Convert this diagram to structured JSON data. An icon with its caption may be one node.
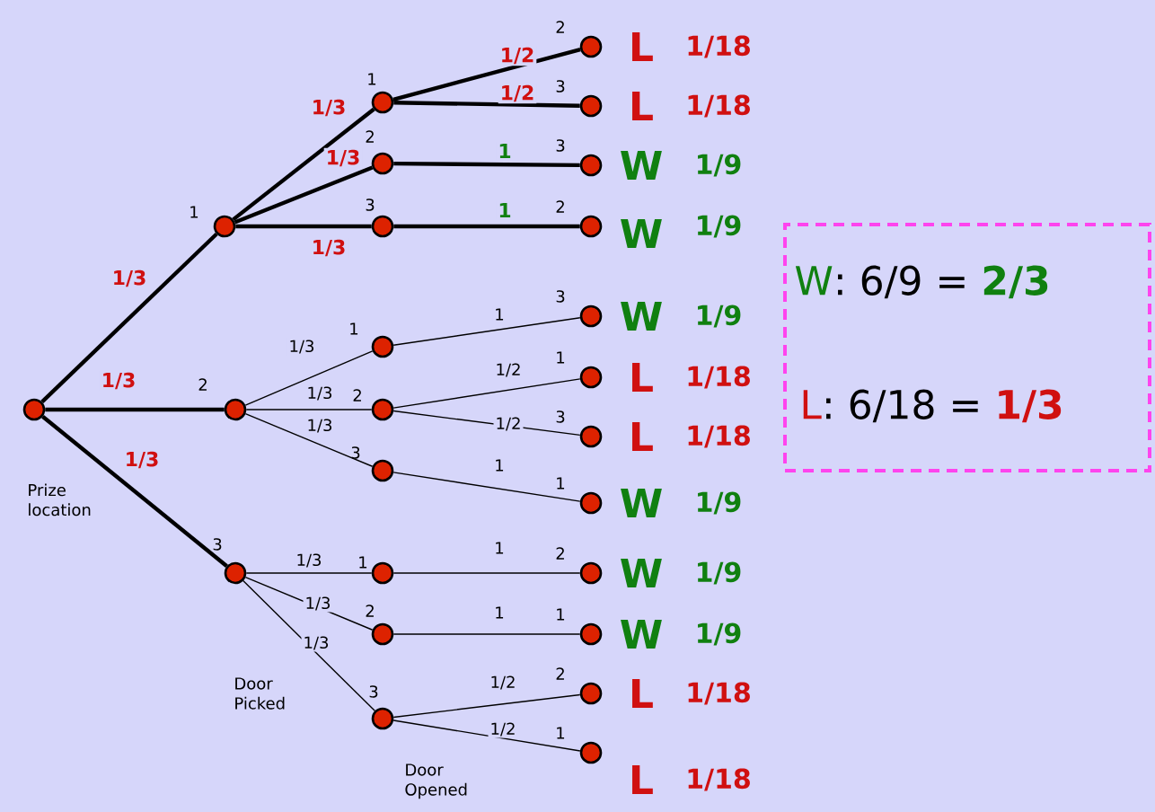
{
  "diagram": {
    "nodes": [
      {
        "text": [],
        "shape": "circle"
      },
      {
        "text": [],
        "shape": "circle",
        "beside": [
          "1"
        ]
      },
      {
        "text": [],
        "shape": "circle",
        "beside": [
          "2"
        ]
      },
      {
        "text": [],
        "shape": "circle",
        "beside": [
          "3"
        ]
      },
      {
        "text": [],
        "shape": "circle",
        "beside": [
          "1"
        ]
      },
      {
        "text": [],
        "shape": "circle",
        "beside": [
          "2"
        ]
      },
      {
        "text": [],
        "shape": "circle",
        "beside": [
          "3"
        ]
      },
      {
        "text": [],
        "shape": "circle",
        "beside": [
          "1"
        ]
      },
      {
        "text": [],
        "shape": "circle",
        "beside": [
          "2"
        ]
      },
      {
        "text": [],
        "shape": "circle",
        "beside": [
          "3"
        ]
      },
      {
        "text": [],
        "shape": "circle",
        "beside": [
          "1"
        ]
      },
      {
        "text": [],
        "shape": "circle",
        "beside": [
          "2"
        ]
      },
      {
        "text": [],
        "shape": "circle",
        "beside": [
          "3"
        ]
      },
      {
        "text": [],
        "shape": "circle",
        "beside": [
          "2",
          "L",
          "1/18"
        ]
      },
      {
        "text": [],
        "shape": "circle",
        "beside": [
          "3",
          "L",
          "1/18"
        ]
      },
      {
        "text": [],
        "shape": "circle",
        "beside": [
          "3",
          "W",
          "1/9"
        ]
      },
      {
        "text": [],
        "shape": "circle",
        "beside": [
          "2",
          "W",
          "1/9"
        ]
      },
      {
        "text": [],
        "shape": "circle",
        "beside": [
          "3",
          "W",
          "1/9"
        ]
      },
      {
        "text": [],
        "shape": "circle",
        "beside": [
          "1",
          "L",
          "1/18"
        ]
      },
      {
        "text": [],
        "shape": "circle",
        "beside": [
          "3",
          "L",
          "1/18"
        ]
      },
      {
        "text": [],
        "shape": "circle",
        "beside": [
          "1",
          "W",
          "1/9"
        ]
      },
      {
        "text": [],
        "shape": "circle",
        "beside": [
          "2",
          "W",
          "1/9"
        ]
      },
      {
        "text": [],
        "shape": "circle",
        "beside": [
          "1",
          "W",
          "1/9"
        ]
      },
      {
        "text": [],
        "shape": "circle",
        "beside": [
          "2",
          "L",
          "1/18"
        ]
      },
      {
        "text": [],
        "shape": "circle",
        "beside": [
          "1",
          "L",
          "1/18"
        ]
      },
      {
        "text": [
          "W",
          ": 6/9  =",
          "2/3",
          "L",
          ": 6/18 =",
          "1/3"
        ]
      }
    ],
    "edges": [
      {
        "from": 0,
        "to": 1,
        "arrow": "none",
        "label": "1/3",
        "style": "thick"
      },
      {
        "from": 0,
        "to": 2,
        "arrow": "none",
        "label": "1/3",
        "style": "thick"
      },
      {
        "from": 0,
        "to": 3,
        "arrow": "none",
        "label": "1/3",
        "style": "thick"
      },
      {
        "from": 1,
        "to": 4,
        "arrow": "none",
        "label": "1/3",
        "style": "thick"
      },
      {
        "from": 1,
        "to": 5,
        "arrow": "none",
        "label": "1/3",
        "style": "thick"
      },
      {
        "from": 1,
        "to": 6,
        "arrow": "none",
        "label": "1/3",
        "style": "thick"
      },
      {
        "from": 2,
        "to": 7,
        "arrow": "none",
        "label": "1/3"
      },
      {
        "from": 2,
        "to": 8,
        "arrow": "none",
        "label": "1/3"
      },
      {
        "from": 2,
        "to": 9,
        "arrow": "none",
        "label": "1/3"
      },
      {
        "from": 3,
        "to": 10,
        "arrow": "none",
        "label": "1/3"
      },
      {
        "from": 3,
        "to": 11,
        "arrow": "none",
        "label": "1/3"
      },
      {
        "from": 3,
        "to": 12,
        "arrow": "none",
        "label": "1/3"
      },
      {
        "from": 4,
        "to": 13,
        "arrow": "none",
        "label": "1/2",
        "style": "thick"
      },
      {
        "from": 4,
        "to": 14,
        "arrow": "none",
        "label": "1/2",
        "style": "thick"
      },
      {
        "from": 5,
        "to": 15,
        "arrow": "none",
        "label": "1",
        "style": "thick"
      },
      {
        "from": 6,
        "to": 16,
        "arrow": "none",
        "label": "1",
        "style": "thick"
      },
      {
        "from": 7,
        "to": 17,
        "arrow": "none",
        "label": "1"
      },
      {
        "from": 8,
        "to": 18,
        "arrow": "none",
        "label": "1/2"
      },
      {
        "from": 8,
        "to": 19,
        "arrow": "none",
        "label": "1/2"
      },
      {
        "from": 9,
        "to": 20,
        "arrow": "none",
        "label": "1"
      },
      {
        "from": 10,
        "to": 21,
        "arrow": "none",
        "label": "1"
      },
      {
        "from": 11,
        "to": 22,
        "arrow": "none",
        "label": "1"
      },
      {
        "from": 12,
        "to": 23,
        "arrow": "none",
        "label": "1/2"
      },
      {
        "from": 12,
        "to": 24,
        "arrow": "none",
        "label": "1/2"
      }
    ],
    "labels": [
      "Prize location",
      "Door Picked",
      "Door Opened"
    ]
  }
}
